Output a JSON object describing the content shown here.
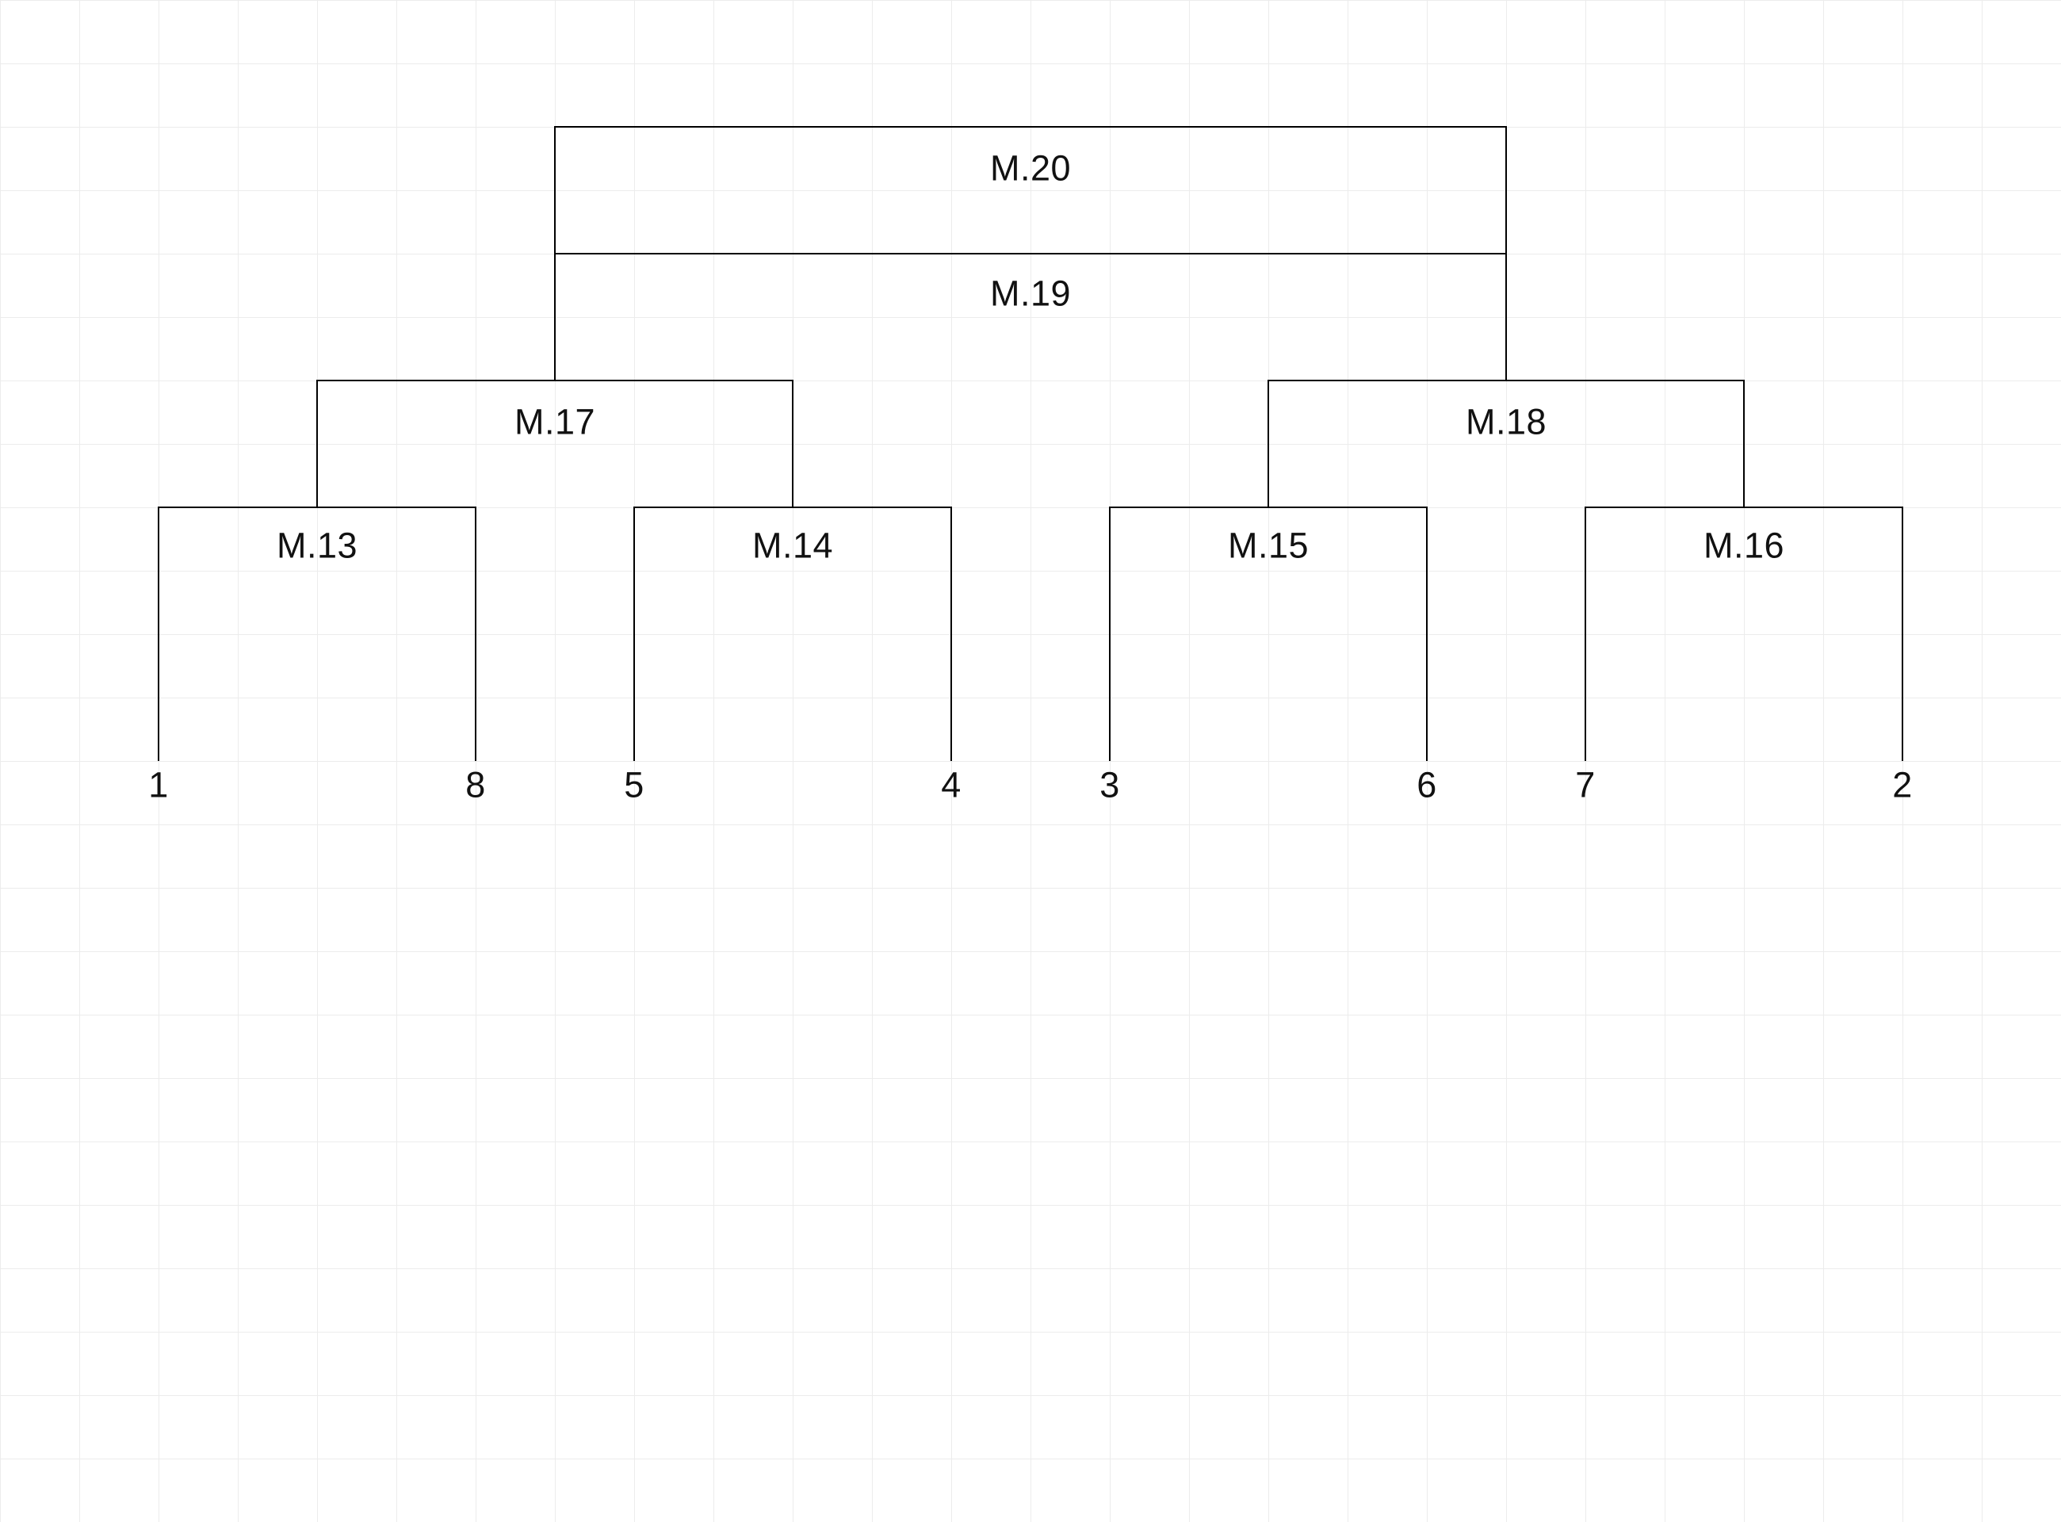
{
  "diagram": {
    "type": "dendrogram",
    "colors": {
      "background": "#ffffff",
      "grid": "#ececec",
      "line": "#000000",
      "text": "#111111"
    },
    "labels": {
      "m20": "M.20",
      "m19": "M.19",
      "m17": "M.17",
      "m18": "M.18",
      "m13": "M.13",
      "m14": "M.14",
      "m15": "M.15",
      "m16": "M.16",
      "l1": "1",
      "l8": "8",
      "l5": "5",
      "l4": "4",
      "l3": "3",
      "l6": "6",
      "l7": "7",
      "l2": "2"
    },
    "leaf_order": [
      "1",
      "8",
      "5",
      "4",
      "3",
      "6",
      "7",
      "2"
    ],
    "merges": {
      "M.13": [
        "1",
        "8"
      ],
      "M.14": [
        "5",
        "4"
      ],
      "M.15": [
        "3",
        "6"
      ],
      "M.16": [
        "7",
        "2"
      ],
      "M.17": [
        "M.13",
        "M.14"
      ],
      "M.18": [
        "M.15",
        "M.16"
      ],
      "M.19": [
        "M.17",
        "M.18"
      ],
      "M.20": [
        "M.19"
      ]
    }
  }
}
